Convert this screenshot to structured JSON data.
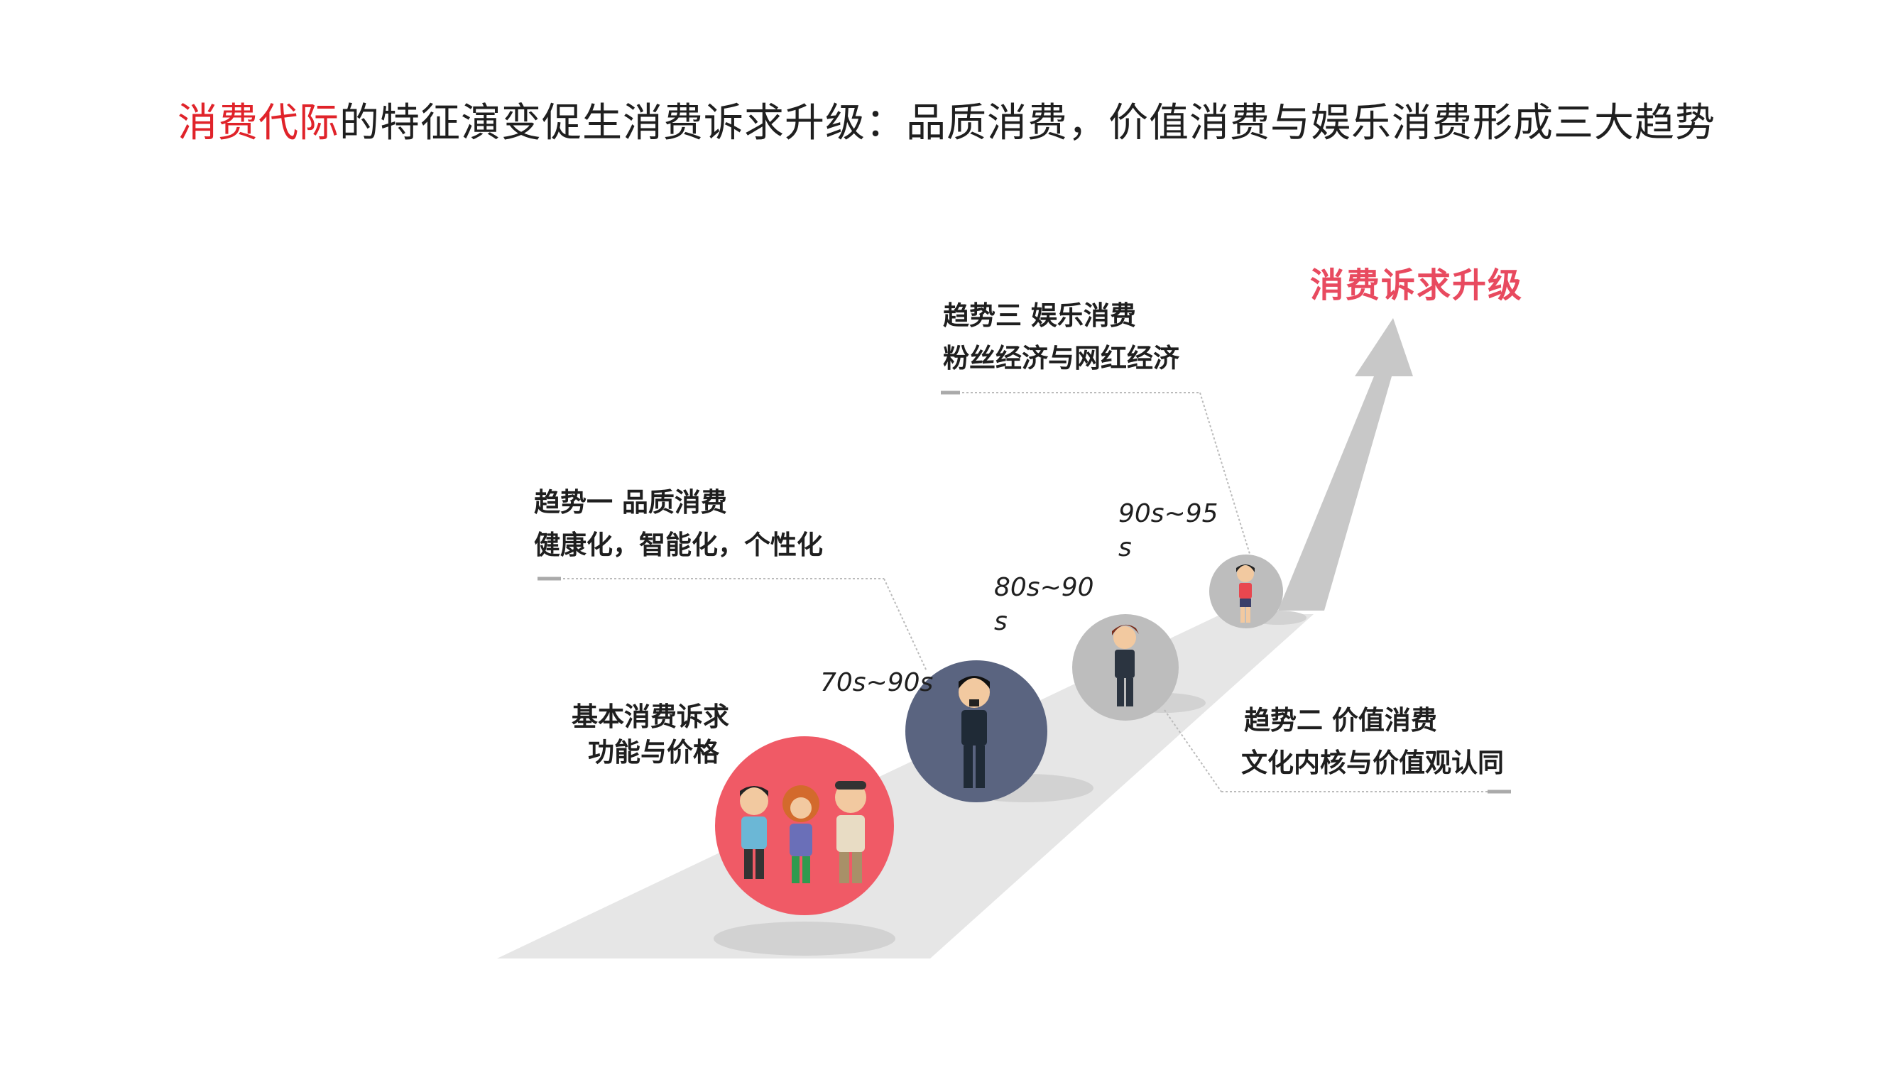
{
  "title": {
    "highlight": "消费代际",
    "rest": "的特征演变促生消费诉求升级：品质消费，价值消费与娱乐消费形成三大趋势"
  },
  "arrow_label": "消费诉求升级",
  "basic_need": {
    "line1": "基本消费诉求",
    "line2": "功能与价格"
  },
  "trends": {
    "trend1": {
      "title": "趋势一 品质消费",
      "desc": "健康化，智能化，个性化"
    },
    "trend2": {
      "title": "趋势二 价值消费",
      "desc": "文化内核与价值观认同"
    },
    "trend3": {
      "title": "趋势三 娱乐消费",
      "desc": "粉丝经济与网红经济"
    }
  },
  "generations": {
    "g1": "70s~90s",
    "g2_line1": "80s~90",
    "g2_line2": "s",
    "g3_line1": "90s~95",
    "g3_line2": "s"
  },
  "colors": {
    "highlight_red": "#e0232a",
    "arrow_label_pink": "#e84a5f",
    "circle_red": "#f05a66",
    "circle_navy": "#5a6480",
    "circle_gray": "#bdbdbd",
    "road": "#e6e6e6",
    "arrow": "#c8c8c8"
  }
}
